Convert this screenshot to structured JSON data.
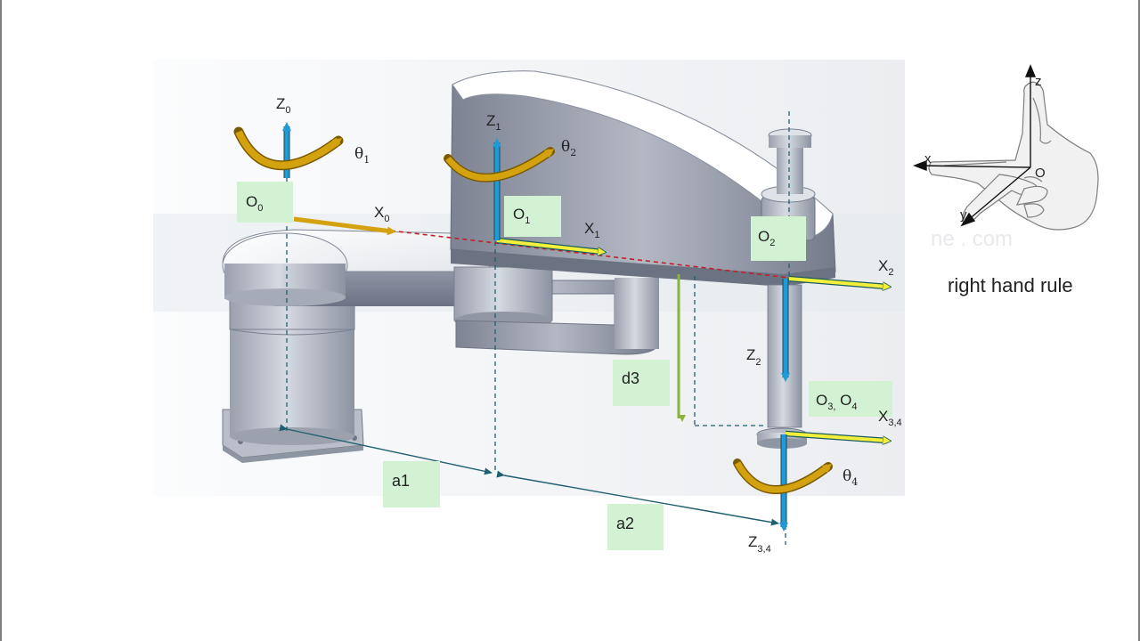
{
  "labels": {
    "z0": {
      "main": "Z",
      "sub": "0"
    },
    "z1": {
      "main": "Z",
      "sub": "1"
    },
    "z2": {
      "main": "Z",
      "sub": "2"
    },
    "z34": {
      "main": "Z",
      "sub": "3,4"
    },
    "x0": {
      "main": "X",
      "sub": "0"
    },
    "x1": {
      "main": "X",
      "sub": "1"
    },
    "x2": {
      "main": "X",
      "sub": "2"
    },
    "x34": {
      "main": "X",
      "sub": "3,4"
    },
    "theta1": {
      "main": "θ",
      "sub": "1"
    },
    "theta2": {
      "main": "θ",
      "sub": "2"
    },
    "theta4": {
      "main": "θ",
      "sub": "4"
    },
    "o0": {
      "main": "O",
      "sub": "0"
    },
    "o1": {
      "main": "O",
      "sub": "1"
    },
    "o2": {
      "main": "O",
      "sub": "2"
    },
    "o34": {
      "a": "O",
      "a_sub": "3,",
      "b": " O",
      "b_sub": "4"
    },
    "a1": "a1",
    "a2": "a2",
    "d3": "d3"
  },
  "hand": {
    "z": "z",
    "x": "x",
    "y": "y",
    "o": "O",
    "caption": "right hand rule"
  },
  "watermark": "ne . com",
  "colors": {
    "axis_blue": "#1f9ad6",
    "arrow_yellow": "#f2f03c",
    "arrow_gold": "#d4a20f",
    "box_green": "#d3f2d3",
    "dashed_red": "#c0202a",
    "dim_teal": "#1f5f70",
    "d3_green": "#8ab33a"
  }
}
